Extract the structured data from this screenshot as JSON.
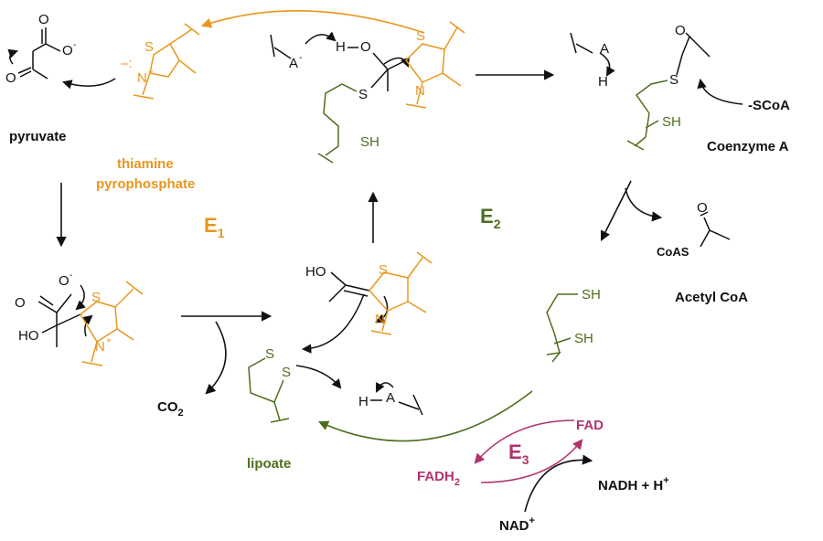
{
  "colors": {
    "black": "#111111",
    "orange": "#E8961E",
    "green": "#4E6E1E",
    "magenta": "#B0336E"
  },
  "labels": {
    "pyruvate": "pyruvate",
    "thiamine_line1": "thiamine",
    "thiamine_line2": "pyrophosphate",
    "e1": "E",
    "e1_sub": "1",
    "e2": "E",
    "e2_sub": "2",
    "e3": "E",
    "e3_sub": "3",
    "coenzyme_a": "Coenzyme A",
    "acetyl_coa": "Acetyl CoA",
    "lipoate": "lipoate",
    "co2": "CO",
    "co2_sub": "2",
    "fad": "FAD",
    "fadh2": "FADH",
    "fadh2_sub": "2",
    "nadh": "NADH + H",
    "nadh_sup": "+",
    "nad": "NAD",
    "nad_sup": "+",
    "scoa": "-SCoA",
    "coas": "CoAS"
  },
  "atoms": {
    "O": "O",
    "O_minus": "O",
    "minus": "-",
    "S": "S",
    "N": "N",
    "N_plus": "N",
    "plus": "+",
    "HO": "HO",
    "HO_top": "H",
    "SH": "SH",
    "A": "A",
    "H": "H",
    "carbanion": "–:"
  }
}
